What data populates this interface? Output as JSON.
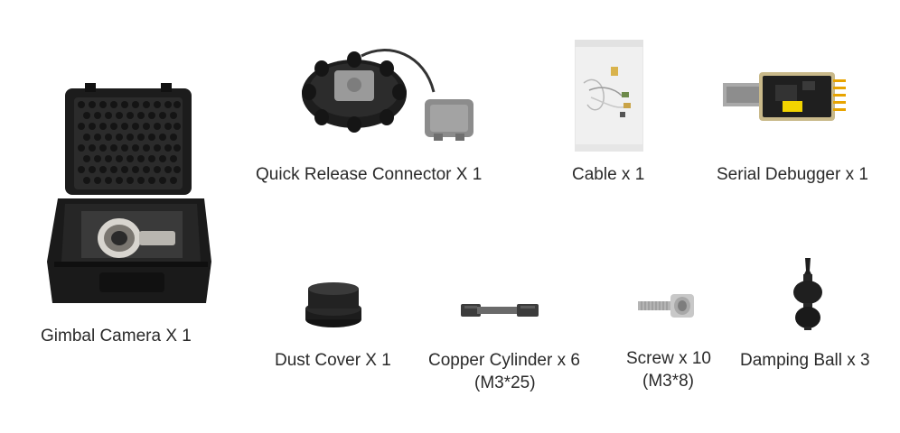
{
  "items": [
    {
      "id": "gimbal-camera",
      "label": "Gimbal Camera X 1"
    },
    {
      "id": "quick-release",
      "label": "Quick Release Connector X 1"
    },
    {
      "id": "cable",
      "label": "Cable x 1"
    },
    {
      "id": "serial-debugger",
      "label": "Serial Debugger x 1"
    },
    {
      "id": "dust-cover",
      "label": "Dust Cover X 1"
    },
    {
      "id": "copper-cylinder",
      "label": "Copper Cylinder x 6",
      "sub": "(M3*25)"
    },
    {
      "id": "screw",
      "label": "Screw x 10",
      "sub": "(M3*8)"
    },
    {
      "id": "damping-ball",
      "label": "Damping Ball x 3"
    }
  ]
}
